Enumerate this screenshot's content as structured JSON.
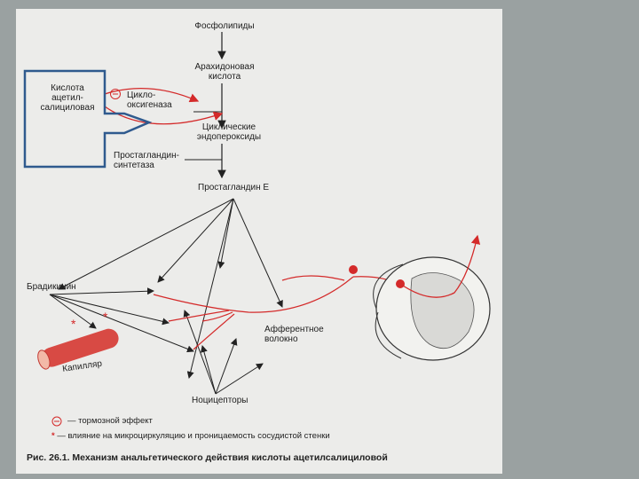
{
  "diagram": {
    "nodes": {
      "phospholipids": "Фосфолипиды",
      "arachidonic_acid": "Арахидоновая\nкислота",
      "cyclic_endoperoxides": "Циклические\nэндопероксиды",
      "prostaglandin_e": "Простагландин Е",
      "acetylsalicylic_acid": "Кислота\nацетил-\nсалициловая",
      "cyclooxygenase": "Цикло-\nоксигеназа",
      "pg_synthetase": "Простагландин-\nсинтетаза",
      "bradykinin": "Брадикинин",
      "capillary": "Капилляр",
      "nociceptors": "Ноцицепторы",
      "afferent_fiber": "Афферентное\nволокно"
    },
    "legend": {
      "inhibit_symbol": "⊖",
      "inhibit_text": "— тормозной эффект",
      "star_symbol": "*",
      "star_text": "— влияние на микроциркуляцию и проницаемость сосудистой стенки"
    },
    "caption": "Рис. 26.1. Механизм анальгетического действия кислоты ацетилсалициловой",
    "colors": {
      "accent_red": "#d42a2a",
      "highlight_box": "#2f5a8e",
      "background": "#9aa1a1",
      "paper": "#ececea"
    }
  }
}
